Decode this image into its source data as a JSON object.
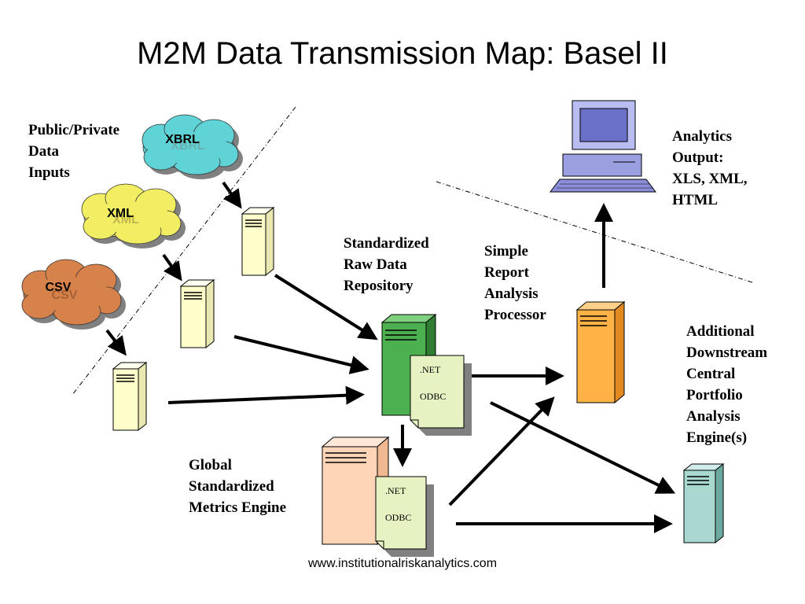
{
  "title": "M2M Data Transmission Map: Basel II",
  "footer": "www.institutionalriskanalytics.com",
  "labels": {
    "inputs": "Public/Private\nData\nInputs",
    "repository": "Standardized\nRaw Data\nRepository",
    "processor": "Simple\nReport\nAnalysis\nProcessor",
    "output": "Analytics\nOutput:\nXLS, XML,\nHTML",
    "downstream": "Additional\nDownstream\nCentral\nPortfolio\nAnalysis\nEngine(s)",
    "metrics": "Global\nStandardized\nMetrics Engine"
  },
  "clouds": {
    "xbrl": "XBRL",
    "xml": "XML",
    "csv": "CSV"
  },
  "documents": {
    "repo_doc": {
      "line1": ".NET",
      "line2": "ODBC"
    },
    "metrics_doc": {
      "line1": ".NET",
      "line2": "ODBC"
    }
  },
  "colors": {
    "xbrl_cloud": "#5fd3d6",
    "xml_cloud": "#f2ee63",
    "csv_cloud": "#d7824b",
    "input_server": "#ffffcc",
    "repository_server": "#4caf50",
    "processor_server": "#ffb347",
    "metrics_server": "#ffd5b8",
    "downstream_server": "#a8d8d0",
    "computer": "#9a9fe0",
    "document": "#e6f2c2"
  }
}
